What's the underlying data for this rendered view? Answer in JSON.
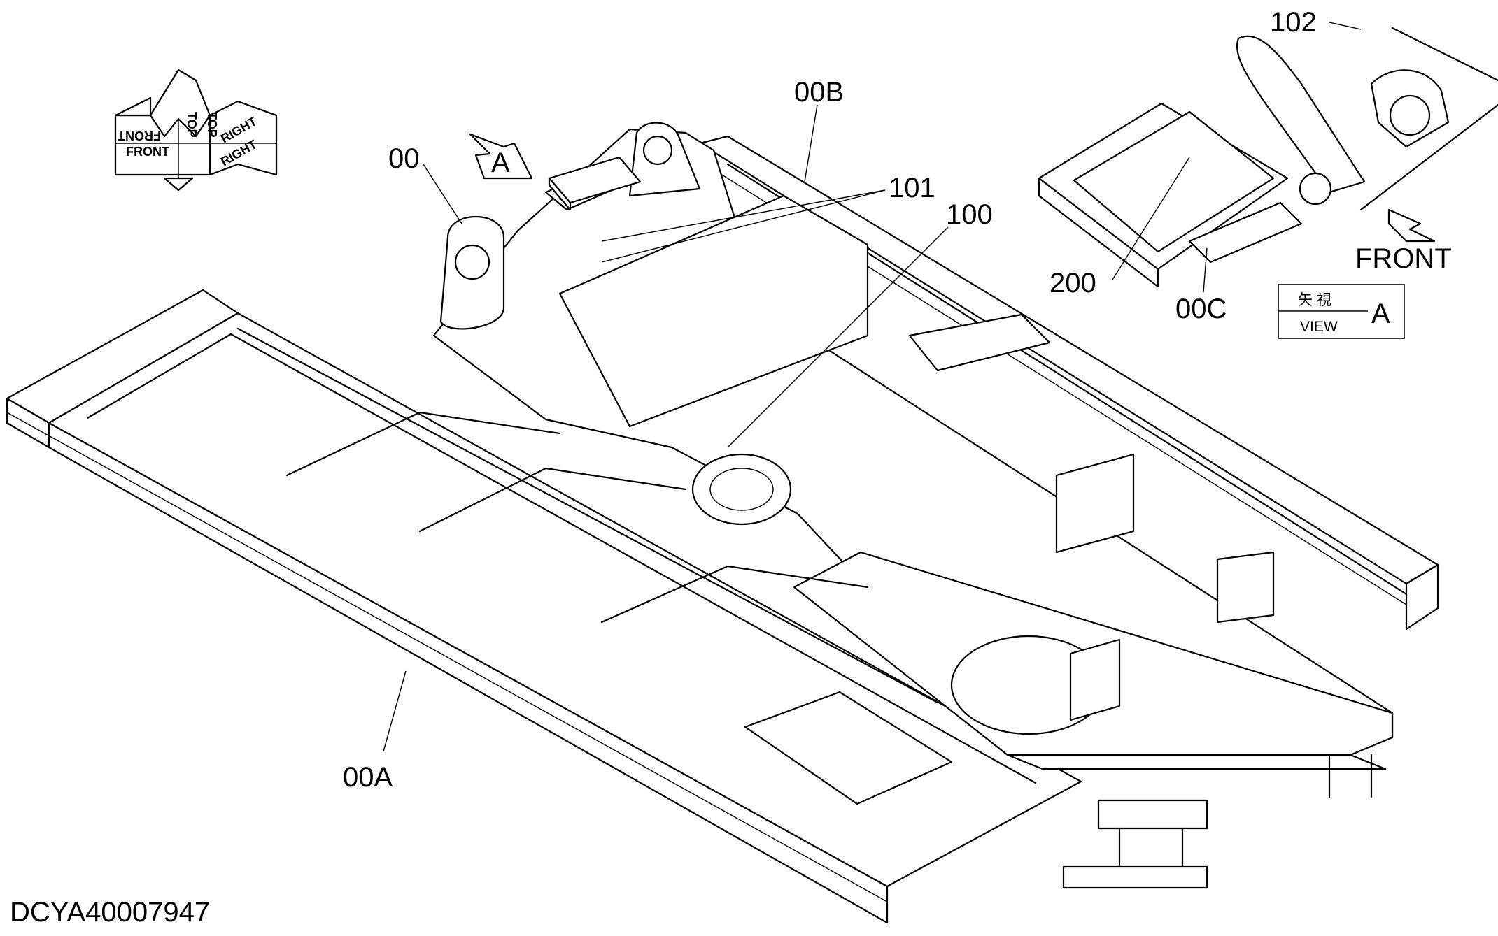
{
  "callouts": {
    "main_frame": "00",
    "left_side_frame": "00A",
    "right_side_frame": "00B",
    "step_plate": "00C",
    "part_100": "100",
    "part_101": "101",
    "part_102": "102",
    "part_200": "200"
  },
  "view_arrow_label": "A",
  "orientation": {
    "top": "TOP",
    "front": "FRONT",
    "right": "RIGHT"
  },
  "inset": {
    "front_label": "FRONT",
    "view_box": {
      "kanji": "矢 視",
      "view": "VIEW",
      "letter": "A"
    }
  },
  "document_id": "DCYA40007947"
}
